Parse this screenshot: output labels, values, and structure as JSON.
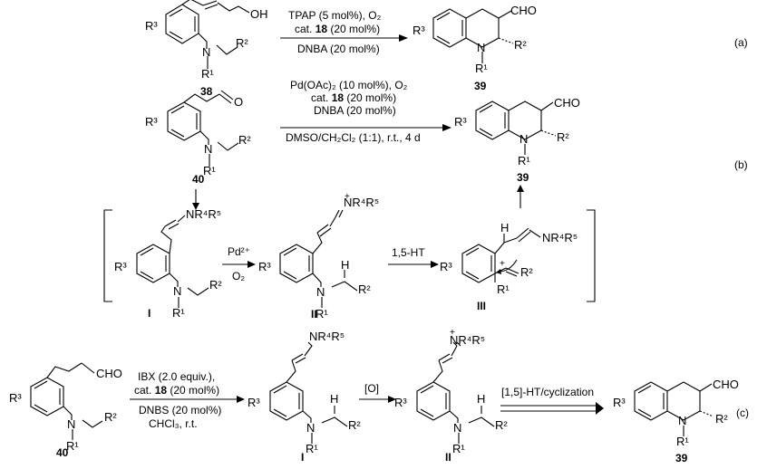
{
  "scheme": {
    "a": {
      "label": "(a)",
      "sm_R3": "R³",
      "sm_OH": "OH",
      "sm_N": "N",
      "sm_R2": "R²",
      "sm_R1": "R¹",
      "sm_num": "38",
      "cond1": "TPAP (5 mol%), O₂",
      "cond2_pre": "cat. ",
      "cond2_bold": "18",
      "cond2_post": " (20 mol%)",
      "cond3": "DNBA (20 mol%)",
      "pr_R3": "R³",
      "pr_CHO": "CHO",
      "pr_N": "N",
      "pr_R2": "R²",
      "pr_R1": "R¹",
      "pr_num": "39"
    },
    "b": {
      "label": "(b)",
      "sm_R3": "R³",
      "sm_O": "O",
      "sm_N": "N",
      "sm_R2": "R²",
      "sm_R1": "R¹",
      "sm_num": "40",
      "cond1": "Pd(OAc)₂ (10 mol%), O₂",
      "cond2_pre": "cat. ",
      "cond2_bold": "18",
      "cond2_post": " (20 mol%)",
      "cond3": "DNBA (20 mol%)",
      "cond4": "DMSO/CH₂Cl₂ (1:1), r.t., 4 d",
      "pr_R3": "R³",
      "pr_CHO": "CHO",
      "pr_N": "N",
      "pr_R2": "R²",
      "pr_R1": "R¹",
      "pr_num": "39",
      "I_NR": "NR⁴R⁵",
      "I_R3": "R³",
      "I_N": "N",
      "I_R2": "R²",
      "I_R1": "R¹",
      "I_num": "I",
      "step1_top": "Pd²⁺",
      "step1_bot": "O₂",
      "II_NR": "NR⁴R⁵",
      "II_plus": "+",
      "II_R3": "R³",
      "II_N": "N",
      "II_H": "H",
      "II_R2": "R²",
      "II_R1": "R¹",
      "II_num": "II",
      "step2": "1,5-HT",
      "III_H": "H",
      "III_NR": "NR⁴R⁵",
      "III_R3": "R³",
      "III_plus": "+",
      "III_R2": "R²",
      "III_R1": "R¹",
      "III_num": "III"
    },
    "c": {
      "label": "(c)",
      "sm_R3": "R³",
      "sm_CHO": "CHO",
      "sm_N": "N",
      "sm_R2": "R²",
      "sm_R1": "R¹",
      "sm_num": "40",
      "cond1": "IBX (2.0 equiv.),",
      "cond2_pre": "cat. ",
      "cond2_bold": "18",
      "cond2_post": " (20 mol%)",
      "cond3": "DNBS  (20 mol%)",
      "cond4": "CHCl₃, r.t.",
      "I_NR": "NR⁴R⁵",
      "I_R3": "R³",
      "I_N": "N",
      "I_H": "H",
      "I_R2": "R²",
      "I_R1": "R¹",
      "I_num": "I",
      "ox": "[O]",
      "II_plus": "+",
      "II_NR": "NR⁴R⁵",
      "II_R3": "R³",
      "II_N": "N",
      "II_H": "H",
      "II_R2": "R²",
      "II_R1": "R¹",
      "II_num": "II",
      "step": "[1,5]-HT/cyclization",
      "pr_R3": "R³",
      "pr_CHO": "CHO",
      "pr_N": "N",
      "pr_R2": "R²",
      "pr_R1": "R¹",
      "pr_num": "39"
    }
  }
}
